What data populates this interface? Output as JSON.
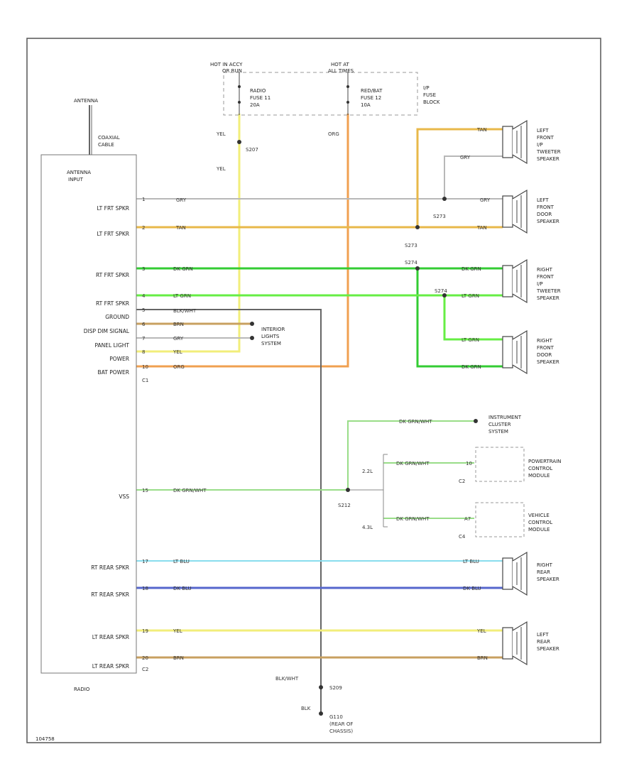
{
  "radio": {
    "name": "RADIO",
    "antenna_label": "ANTENNA",
    "coax_label": [
      "COAXIAL",
      "CABLE"
    ],
    "input_label": [
      "ANTENNA",
      "INPUT"
    ],
    "connector_c1": "C1",
    "connector_c2": "C2",
    "pins": [
      {
        "label": "LT FRT SPKR",
        "pin": "1"
      },
      {
        "label": "LT FRT SPKR",
        "pin": "2"
      },
      {
        "label": "RT FRT SPKR",
        "pin": "3"
      },
      {
        "label": "RT FRT SPKR",
        "pin": "4"
      },
      {
        "label": "GROUND",
        "pin": "5"
      },
      {
        "label": "DISP DIM SIGNAL",
        "pin": "6"
      },
      {
        "label": "PANEL LIGHT",
        "pin": "7"
      },
      {
        "label": "POWER",
        "pin": "8"
      },
      {
        "label": "BAT POWER",
        "pin": "10"
      },
      {
        "label": "VSS",
        "pin": "15"
      },
      {
        "label": "RT REAR SPKR",
        "pin": "17"
      },
      {
        "label": "RT REAR SPKR",
        "pin": "18"
      },
      {
        "label": "LT REAR SPKR",
        "pin": "19"
      },
      {
        "label": "LT REAR SPKR",
        "pin": "20"
      }
    ]
  },
  "fuse_block": {
    "hot_left": [
      "HOT IN ACCY",
      "OR RUN"
    ],
    "hot_right": [
      "HOT AT",
      "ALL TIMES"
    ],
    "fuse_left": [
      "RADIO",
      "FUSE 11",
      "20A"
    ],
    "fuse_right": [
      "RED/BAT",
      "FUSE 12",
      "10A"
    ],
    "block": [
      "I/P",
      "FUSE",
      "BLOCK"
    ]
  },
  "wires": {
    "yel": "YEL",
    "org": "ORG",
    "gry": "GRY",
    "tan": "TAN",
    "dk_grn": "DK GRN",
    "lt_grn": "LT GRN",
    "blk_wht": "BLK/WHT",
    "brn": "BRN",
    "dk_grn_wht": "DK GRN/WHT",
    "lt_blu": "LT BLU",
    "dk_blu": "DK BLU",
    "blk": "BLK"
  },
  "splices": {
    "s207": "S207",
    "s273a": "S273",
    "s273b": "S273",
    "s274a": "S274",
    "s274b": "S274",
    "s212": "S212",
    "s209": "S209",
    "g110": [
      "G110",
      "(REAR OF",
      "CHASSIS)"
    ]
  },
  "engines": {
    "e1": "2.2L",
    "e2": "4.3L"
  },
  "blocks": {
    "interior_lights": [
      "INTERIOR",
      "LIGHTS",
      "SYSTEM"
    ],
    "instrument_cluster": [
      "INSTRUMENT",
      "CLUSTER",
      "SYSTEM"
    ],
    "pcm": [
      "POWERTRAIN",
      "CONTROL",
      "MODULE"
    ],
    "vcm": [
      "VEHICLE",
      "CONTROL",
      "MODULE"
    ],
    "pcm_conn": "C2",
    "vcm_conn": "C4",
    "pcm_pin": "10",
    "vcm_pin": "A7"
  },
  "speakers": {
    "lf_tweeter": [
      "LEFT",
      "FRONT",
      "I/P",
      "TWEETER",
      "SPEAKER"
    ],
    "lf_door": [
      "LEFT",
      "FRONT",
      "DOOR",
      "SPEAKER"
    ],
    "rf_tweeter": [
      "RIGHT",
      "FRONT",
      "I/P",
      "TWEETER",
      "SPEAKER"
    ],
    "rf_door": [
      "RIGHT",
      "FRONT",
      "DOOR",
      "SPEAKER"
    ],
    "rr": [
      "RIGHT",
      "REAR",
      "SPEAKER"
    ],
    "lr": [
      "LEFT",
      "REAR",
      "SPEAKER"
    ]
  },
  "footer_code": "104758",
  "colors": {
    "yel": "#f2ee7a",
    "org": "#f0a050",
    "gry": "#9a9a9a",
    "tan": "#e0b040",
    "dk_grn": "#33cc33",
    "lt_grn": "#66ee44",
    "blk_wht": "#555555",
    "brn": "#c8a060",
    "dk_grn_wht": "#99dd88",
    "lt_blu": "#88ddee",
    "dk_blu": "#5566cc"
  }
}
